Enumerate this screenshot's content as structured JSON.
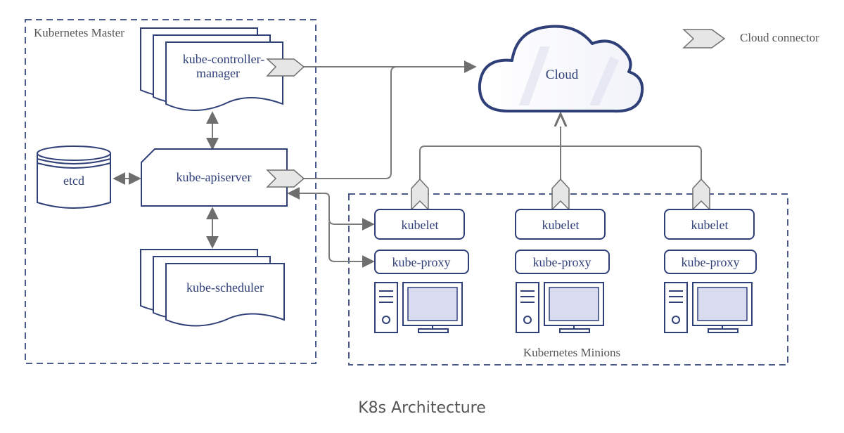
{
  "diagram": {
    "master_group_label": "Kubernetes Master",
    "minions_group_label": "Kubernetes Minions",
    "controller_manager_label_line1": "kube-controller-",
    "controller_manager_label_line2": "manager",
    "apiserver_label": "kube-apiserver",
    "scheduler_label": "kube-scheduler",
    "etcd_label": "etcd",
    "cloud_label": "Cloud",
    "legend_label": "Cloud connector",
    "nodes": [
      {
        "kubelet_label": "kubelet",
        "proxy_label": "kube-proxy"
      },
      {
        "kubelet_label": "kubelet",
        "proxy_label": "kube-proxy"
      },
      {
        "kubelet_label": "kubelet",
        "proxy_label": "kube-proxy"
      }
    ]
  },
  "colors": {
    "navy": "#2f3f78",
    "line": "#7a7a7a",
    "connector_fill": "#e6e6e6",
    "monitor_fill": "#d9dcef"
  },
  "caption": "K8s Architecture"
}
